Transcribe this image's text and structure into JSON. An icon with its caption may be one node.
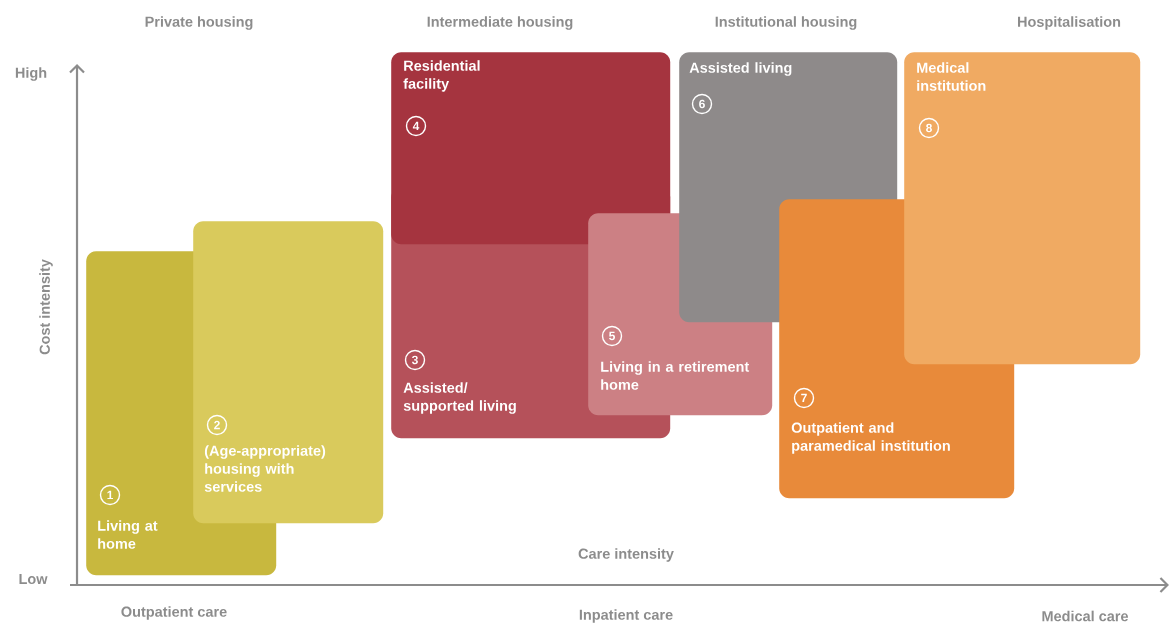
{
  "diagram": {
    "nodes": [
      {
        "text": [
          "1",
          "Living at home"
        ]
      },
      {
        "text": [
          "2",
          "(Age-appropriate) housing with services"
        ]
      },
      {
        "text": [
          "3",
          "Assisted/ supported living"
        ]
      },
      {
        "text": [
          "Residential facility",
          "4"
        ]
      },
      {
        "text": [
          "5",
          "Living in a retirement home"
        ]
      },
      {
        "text": [
          "Assisted living",
          "6"
        ]
      },
      {
        "text": [
          "7",
          "Outpatient and paramedical institution"
        ]
      },
      {
        "text": [
          "Medical institution",
          "8"
        ]
      }
    ],
    "labels": [
      "Private housing",
      "Intermediate housing",
      "Institutional housing",
      "Hospitalisation",
      "High",
      "Cost intensity",
      "Care intensity",
      "Low",
      "Outpatient care",
      "Inpatient care",
      "Medical care"
    ]
  }
}
